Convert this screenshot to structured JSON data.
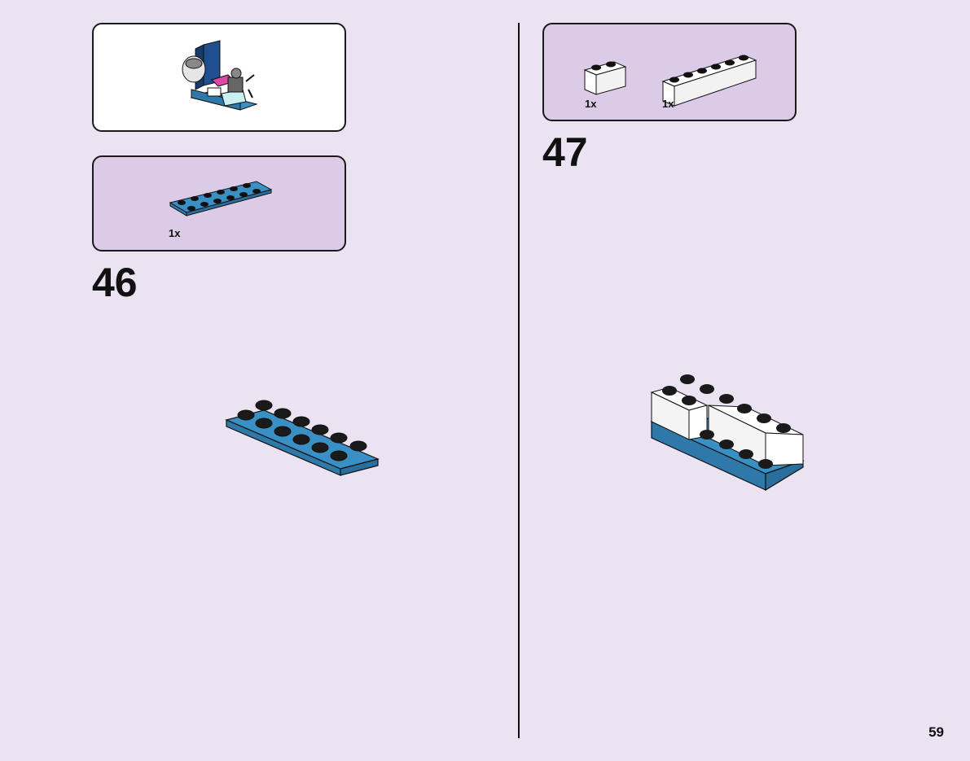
{
  "page_number": "59",
  "steps": [
    {
      "number": "46",
      "parts": [
        {
          "quantity": "1x",
          "part": "plate-2x6",
          "color": "#3a8fc4"
        }
      ]
    },
    {
      "number": "47",
      "parts": [
        {
          "quantity": "1x",
          "part": "brick-1x2",
          "color": "#ffffff"
        },
        {
          "quantity": "1x",
          "part": "brick-1x6",
          "color": "#ffffff"
        }
      ]
    }
  ],
  "colors": {
    "background": "#ebe2f2",
    "parts_panel": "#dccbe6",
    "callout_panel": "#ffffff",
    "blue_plate": "#3a8fc4",
    "stud": "#111111"
  }
}
